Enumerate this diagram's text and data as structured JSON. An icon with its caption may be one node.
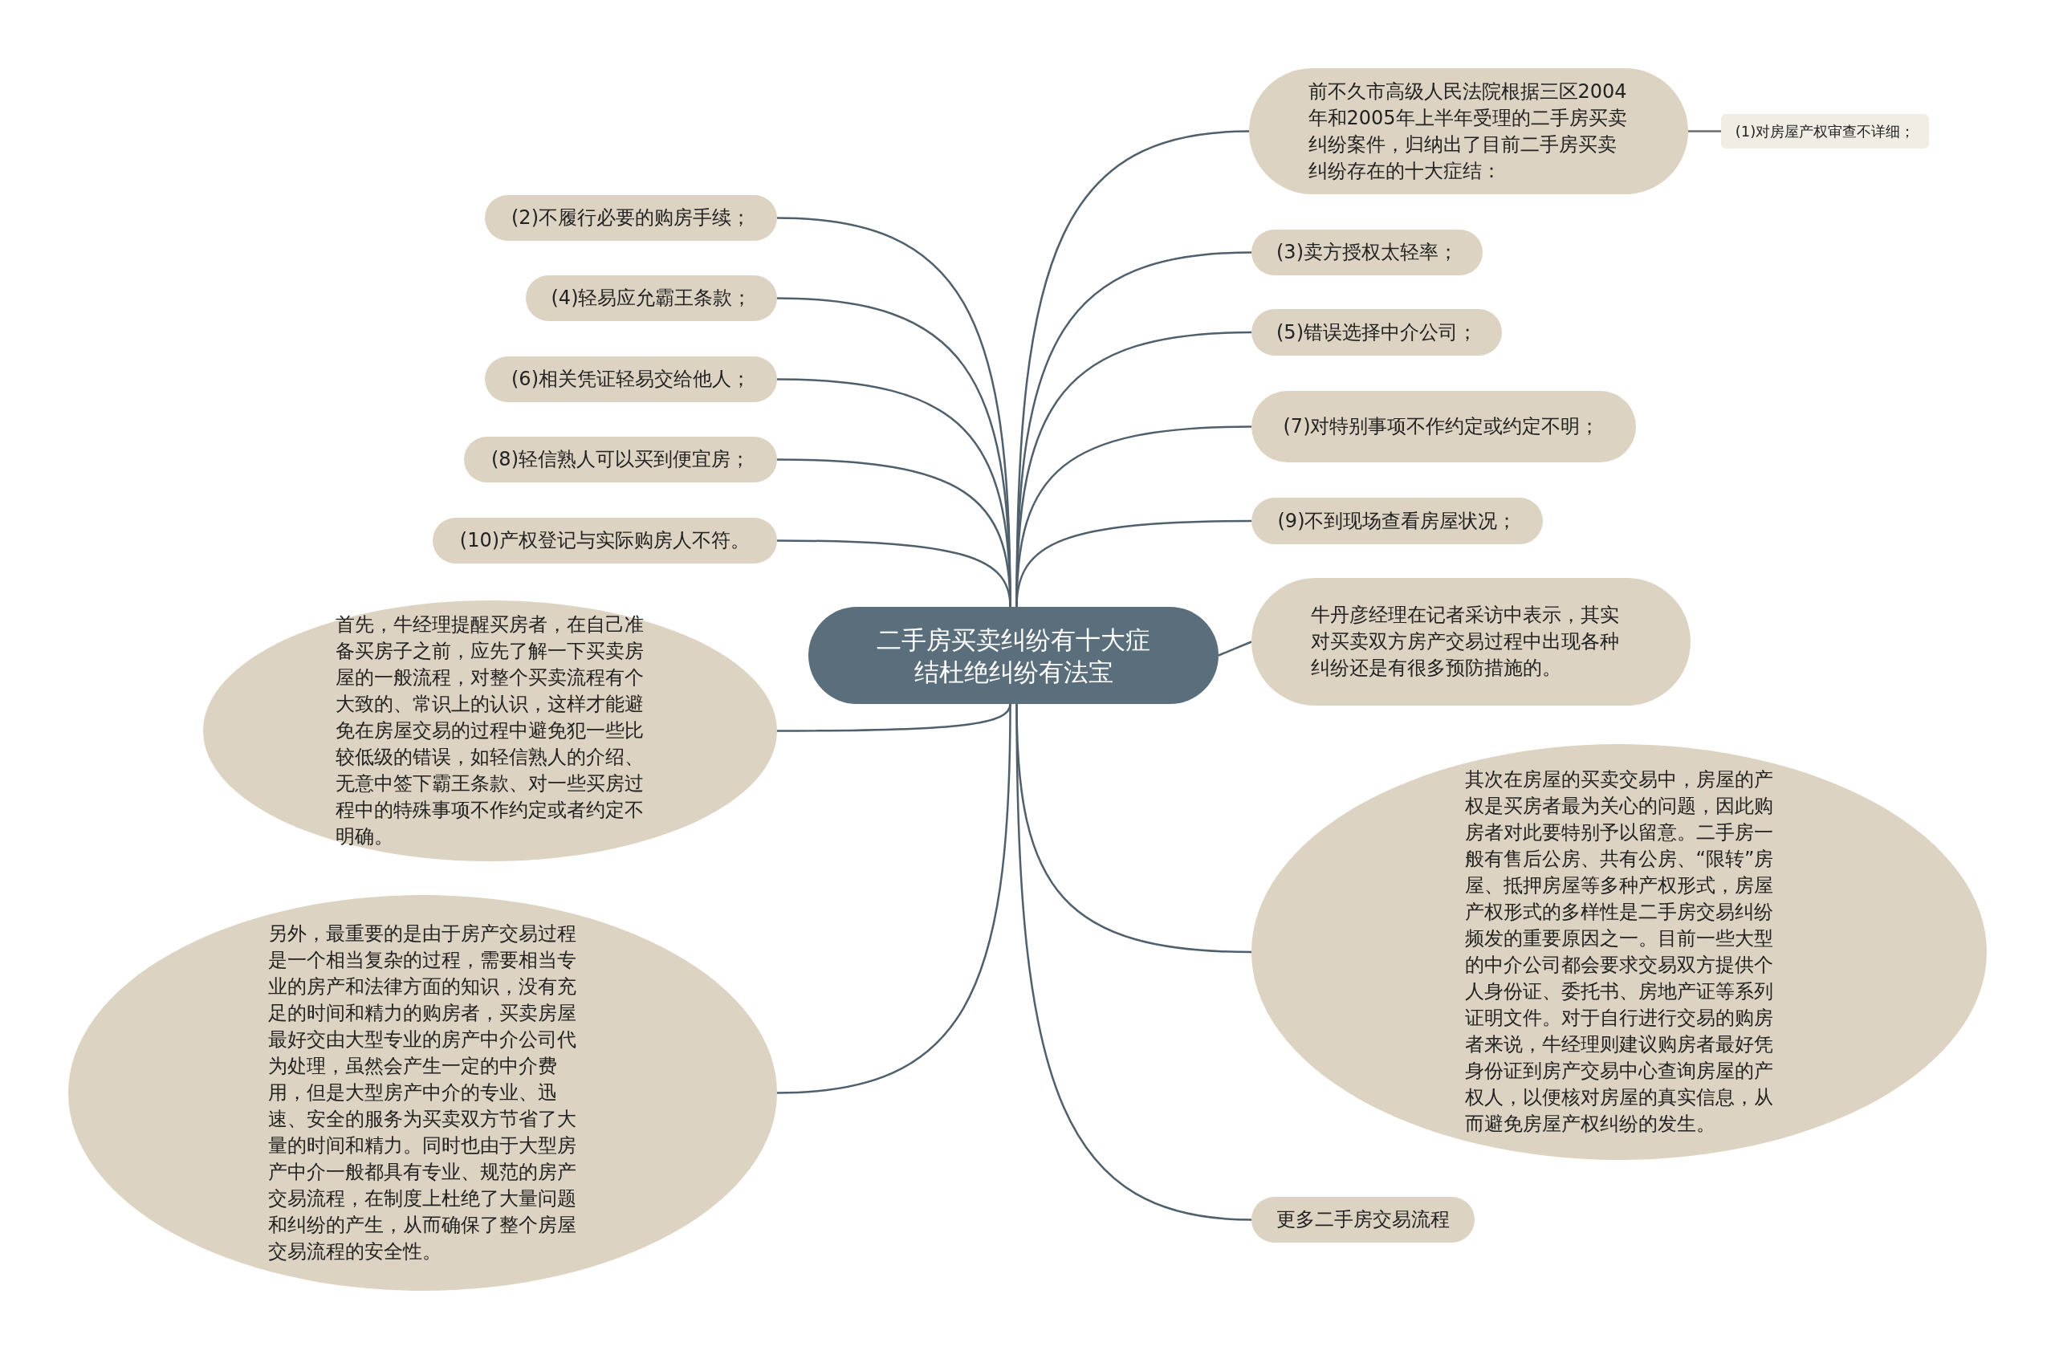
{
  "diagram": {
    "nodes": [
      {
        "text": [
          "二手房买卖纠纷有十大症结杜绝纠纷有法宝"
        ]
      },
      {
        "text": [
          "前不久市高级人民法院根据三区2004年和2005年上半年受理的二手房买卖纠纷案件，归纳出了目前二手房买卖纠纷存在的十大症结："
        ]
      },
      {
        "text": [
          "(1)对房屋产权审查不详细；"
        ]
      },
      {
        "text": [
          "(3)卖方授权太轻率；"
        ]
      },
      {
        "text": [
          "(5)错误选择中介公司；"
        ]
      },
      {
        "text": [
          "(7)对特别事项不作约定或约定不明；"
        ]
      },
      {
        "text": [
          "(9)不到现场查看房屋状况；"
        ]
      },
      {
        "text": [
          "牛丹彦经理在记者采访中表示，其实对买卖双方房产交易过程中出现各种纠纷还是有很多预防措施的。"
        ]
      },
      {
        "text": [
          "其次在房屋的买卖交易中，房屋的产权是买房者最为关心的问题，因此购房者对此要特别予以留意。二手房一般有售后公房、共有公房、“限转”房屋、抵押房屋等多种产权形式，房屋产权形式的多样性是二手房交易纠纷频发的重要原因之一。目前一些大型的中介公司都会要求交易双方提供个人身份证、委托书、房地产证等系列证明文件。对于自行进行交易的购房者来说，牛经理则建议购房者最好凭身份证到房产交易中心查询房屋的产权人，以便核对房屋的真实信息，从而避免房屋产权纠纷的发生。"
        ]
      },
      {
        "text": [
          "更多二手房交易流程"
        ]
      },
      {
        "text": [
          "(2)不履行必要的购房手续；"
        ]
      },
      {
        "text": [
          "(4)轻易应允霸王条款；"
        ]
      },
      {
        "text": [
          "(6)相关凭证轻易交给他人；"
        ]
      },
      {
        "text": [
          "(8)轻信熟人可以买到便宜房；"
        ]
      },
      {
        "text": [
          "(10)产权登记与实际购房人不符。"
        ]
      },
      {
        "text": [
          "首先，牛经理提醒买房者，在自己准备买房子之前，应先了解一下买卖房屋的一般流程，对整个买卖流程有个大致的、常识上的认识，这样才能避免在房屋交易的过程中避免犯一些比较低级的错误，如轻信熟人的介绍、无意中签下霸王条款、对一些买房过程中的特殊事项不作约定或者约定不明确。"
        ]
      },
      {
        "text": [
          "另外，最重要的是由于房产交易过程是一个相当复杂的过程，需要相当专业的房产和法律方面的知识，没有充足的时间和精力的购房者，买卖房屋最好交由大型专业的房产中介公司代为处理，虽然会产生一定的中介费用，但是大型房产中介的专业、迅速、安全的服务为买卖双方节省了大量的时间和精力。同时也由于大型房产中介一般都具有专业、规范的房产交易流程，在制度上杜绝了大量问题和纠纷的产生，从而确保了整个房屋交易流程的安全性。"
        ]
      }
    ],
    "edges": [
      {
        "from": 0,
        "to": 1,
        "arrow": "none"
      },
      {
        "from": 1,
        "to": 2,
        "arrow": "none"
      },
      {
        "from": 0,
        "to": 3,
        "arrow": "none"
      },
      {
        "from": 0,
        "to": 4,
        "arrow": "none"
      },
      {
        "from": 0,
        "to": 5,
        "arrow": "none"
      },
      {
        "from": 0,
        "to": 6,
        "arrow": "none"
      },
      {
        "from": 0,
        "to": 7,
        "arrow": "none"
      },
      {
        "from": 0,
        "to": 8,
        "arrow": "none"
      },
      {
        "from": 0,
        "to": 9,
        "arrow": "none"
      },
      {
        "from": 0,
        "to": 10,
        "arrow": "none"
      },
      {
        "from": 0,
        "to": 11,
        "arrow": "none"
      },
      {
        "from": 0,
        "to": 12,
        "arrow": "none"
      },
      {
        "from": 0,
        "to": 13,
        "arrow": "none"
      },
      {
        "from": 0,
        "to": 14,
        "arrow": "none"
      },
      {
        "from": 0,
        "to": 15,
        "arrow": "none"
      },
      {
        "from": 0,
        "to": 16,
        "arrow": "none"
      }
    ]
  }
}
